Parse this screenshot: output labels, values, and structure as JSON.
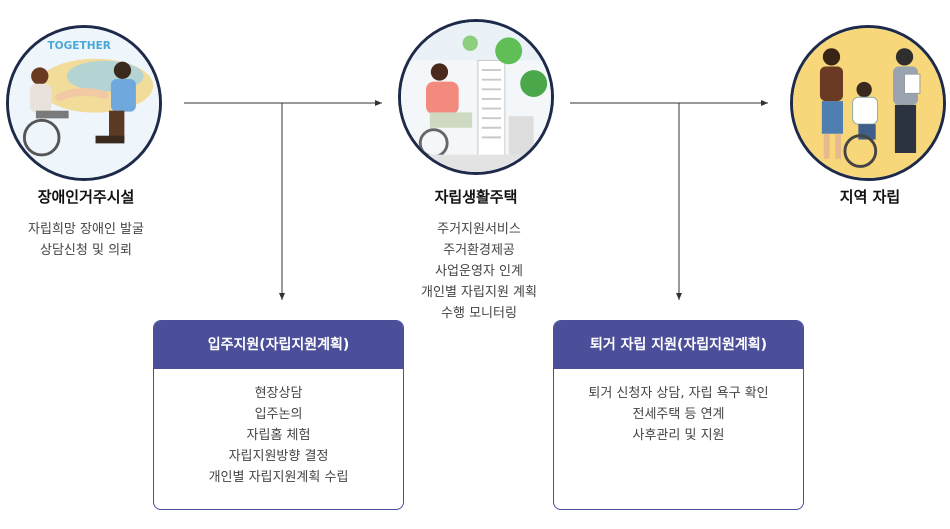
{
  "stages": [
    {
      "title": "장애인거주시설",
      "items": [
        "자립희망 장애인 발굴",
        "상담신청 및 의뢰"
      ]
    },
    {
      "title": "자립생활주택",
      "items": [
        "주거지원서비스",
        "주거환경제공",
        "사업운영자 인계",
        "개인별 자립지원 계획",
        "수행 모니터링"
      ]
    },
    {
      "title": "지역 자립",
      "items": []
    }
  ],
  "boxes": [
    {
      "title": "입주지원(자립지원계획)",
      "items": [
        "현장상담",
        "입주논의",
        "자립홈 체험",
        "자립지원방향 결정",
        "개인별 자립지원계획 수립"
      ]
    },
    {
      "title": "퇴거 자립 지원(자립지원계획)",
      "items": [
        "퇴거 신청자 상담, 자립 욕구 확인",
        "전세주택 등 연계",
        "사후관리 및 지원"
      ]
    }
  ],
  "illustration_text": {
    "together_banner": "TOGETHER"
  },
  "colors": {
    "box_header": "#4b4f99",
    "circle_border": "#1e2a4a",
    "line": "#333333"
  }
}
